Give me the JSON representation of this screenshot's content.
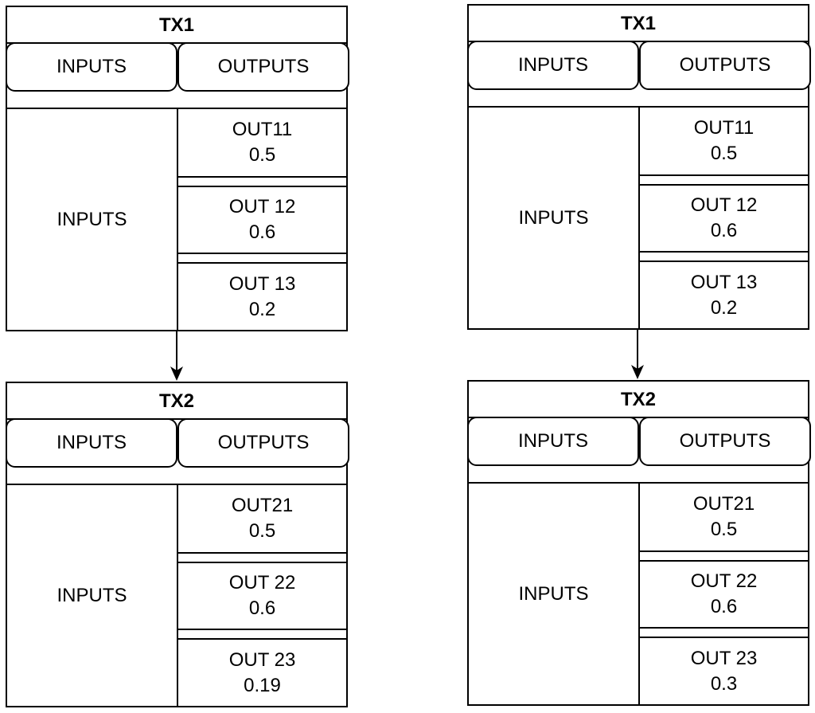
{
  "diagrams": [
    {
      "boxes": [
        {
          "title": "TX1",
          "header_inputs": "INPUTS",
          "header_outputs": "OUTPUTS",
          "inputs_label": "INPUTS",
          "outputs": [
            {
              "name": "OUT11",
              "value": "0.5"
            },
            {
              "name": "OUT 12",
              "value": "0.6"
            },
            {
              "name": "OUT 13",
              "value": "0.2"
            }
          ]
        },
        {
          "title": "TX2",
          "header_inputs": "INPUTS",
          "header_outputs": "OUTPUTS",
          "inputs_label": "INPUTS",
          "outputs": [
            {
              "name": "OUT21",
              "value": "0.5"
            },
            {
              "name": "OUT 22",
              "value": "0.6"
            },
            {
              "name": "OUT 23",
              "value": "0.19"
            }
          ]
        }
      ]
    },
    {
      "boxes": [
        {
          "title": "TX1",
          "header_inputs": "INPUTS",
          "header_outputs": "OUTPUTS",
          "inputs_label": "INPUTS",
          "outputs": [
            {
              "name": "OUT11",
              "value": "0.5"
            },
            {
              "name": "OUT 12",
              "value": "0.6"
            },
            {
              "name": "OUT 13",
              "value": "0.2"
            }
          ]
        },
        {
          "title": "TX2",
          "header_inputs": "INPUTS",
          "header_outputs": "OUTPUTS",
          "inputs_label": "INPUTS",
          "outputs": [
            {
              "name": "OUT21",
              "value": "0.5"
            },
            {
              "name": "OUT 22",
              "value": "0.6"
            },
            {
              "name": "OUT 23",
              "value": "0.3"
            }
          ]
        }
      ]
    }
  ]
}
